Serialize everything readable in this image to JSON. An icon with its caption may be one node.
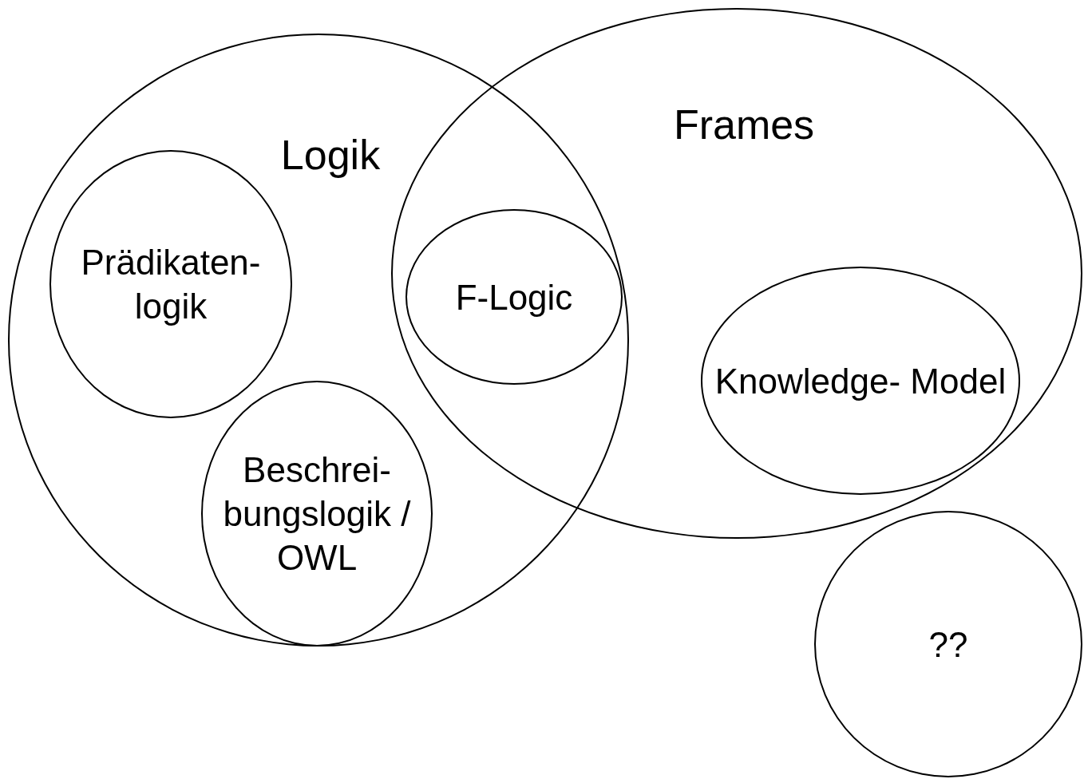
{
  "diagram": {
    "nodes": [
      {
        "text": [
          "Logik"
        ]
      },
      {
        "text": [
          "Prädikaten- logik"
        ],
        "in": 0
      },
      {
        "text": [
          "Beschrei- bungslogik / OWL"
        ],
        "in": 0
      },
      {
        "text": [
          "Frames"
        ]
      },
      {
        "text": [
          "F-Logic"
        ]
      },
      {
        "text": [
          "Knowledge- Model"
        ],
        "in": 3
      },
      {
        "text": [
          "??"
        ]
      }
    ]
  }
}
